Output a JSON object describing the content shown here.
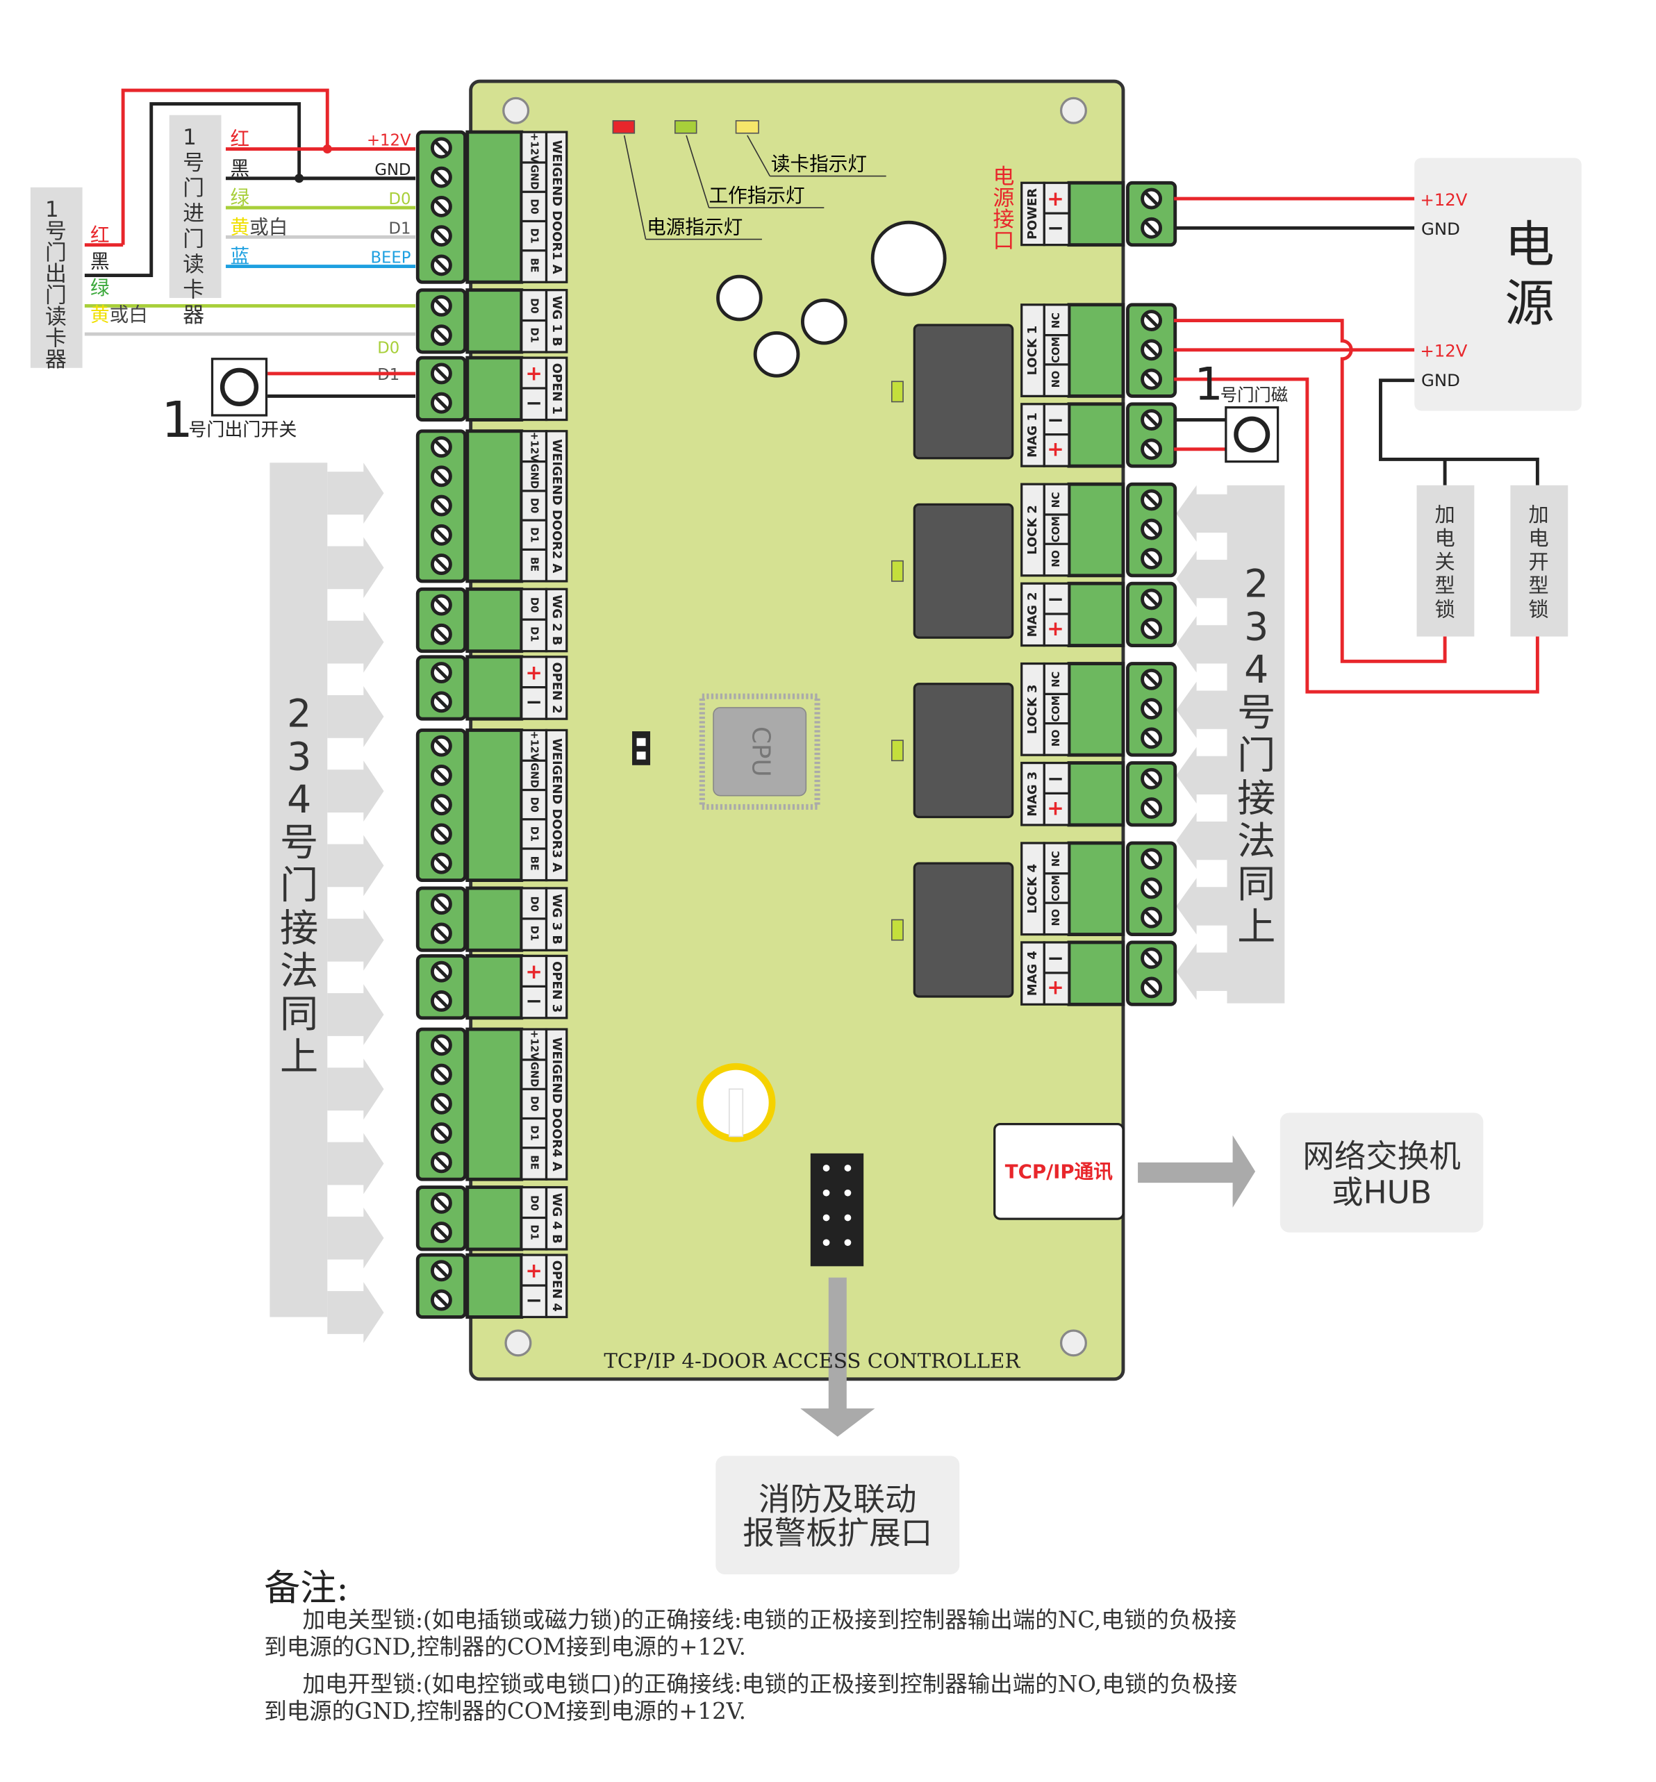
{
  "board": {
    "title": "TCP/IP 4-DOOR ACCESS CONTROLLER",
    "cpu_label": "CPU",
    "power_port_label": "电源接口",
    "power_label": "POWER",
    "tcp_label": "TCP/IP通讯",
    "leds": [
      {
        "label": "电源指示灯",
        "color": "#e8262b"
      },
      {
        "label": "工作指示灯",
        "color": "#a8cf3a"
      },
      {
        "label": "读卡指示灯",
        "color": "#f5e66a"
      }
    ],
    "doors": [
      {
        "weigend": "WEIGEND DOOR1 A",
        "wg": "WG 1 B",
        "open": "OPEN 1",
        "lock": "LOCK 1",
        "mag": "MAG 1"
      },
      {
        "weigend": "WEIGEND DOOR2 A",
        "wg": "WG 2 B",
        "open": "OPEN 2",
        "lock": "LOCK 2",
        "mag": "MAG 2"
      },
      {
        "weigend": "WEIGEND DOOR3 A",
        "wg": "WG 3 B",
        "open": "OPEN 3",
        "lock": "LOCK 3",
        "mag": "MAG 3"
      },
      {
        "weigend": "WEIGEND DOOR4 A",
        "wg": "WG 4 B",
        "open": "OPEN 4",
        "lock": "LOCK 4",
        "mag": "MAG 4"
      }
    ],
    "weigend_pins": [
      "+12V",
      "GND",
      "D0",
      "D1",
      "BE"
    ],
    "wg_pins": [
      "D0",
      "D1"
    ],
    "lock_pins": [
      "NC",
      "COM",
      "NO"
    ],
    "plus": "+",
    "minus": "−"
  },
  "entry_reader": {
    "title": "1号门进门读卡器",
    "wires": [
      {
        "color_name": "红",
        "extra": "",
        "pin": "+12V",
        "hex": "#e8262b"
      },
      {
        "color_name": "黑",
        "extra": "",
        "pin": "GND",
        "hex": "#222222"
      },
      {
        "color_name": "绿",
        "extra": "",
        "pin": "D0",
        "hex": "#a8cf3a"
      },
      {
        "color_name": "黄",
        "extra": "或白",
        "pin": "D1",
        "hex": "#cccccc"
      },
      {
        "color_name": "蓝",
        "extra": "",
        "pin": "BEEP",
        "hex": "#1ea0e0"
      }
    ]
  },
  "exit_reader": {
    "title": "1号门出门读卡器",
    "wires": [
      {
        "color_name": "红",
        "extra": "",
        "pin": ""
      },
      {
        "color_name": "黑",
        "extra": "",
        "pin": ""
      },
      {
        "color_name": "绿",
        "extra": "",
        "pin": "D0"
      },
      {
        "color_name": "黄",
        "extra": "或白",
        "pin": "D1"
      }
    ]
  },
  "exit_button": {
    "number": "1",
    "label": "号门出门开关"
  },
  "door_sensor": {
    "number": "1",
    "label": "号门门磁"
  },
  "power_supply": {
    "title1": "电",
    "title2": "源",
    "plus12v": "+12V",
    "gnd": "GND"
  },
  "locks": {
    "fail_secure": "加电关型锁",
    "fail_safe": "加电开型锁"
  },
  "same_note_left": {
    "nums": [
      "2",
      "3",
      "4"
    ],
    "text": "号门接法同上"
  },
  "same_note_right": {
    "nums": [
      "2",
      "3",
      "4"
    ],
    "text": "号门接法同上"
  },
  "network": {
    "line1": "网络交换机",
    "line2": "或HUB"
  },
  "fire": {
    "line1": "消防及联动",
    "line2": "报警板扩展口"
  },
  "notes": {
    "title": "备注:",
    "p1a": "加电关型锁:(如电插锁或磁力锁)的正确接线:电锁的正极接到控制器输出端的NC,电锁的负极接",
    "p1b": "到电源的GND,控制器的COM接到电源的+12V.",
    "p2a": "加电开型锁:(如电控锁或电锁口)的正确接线:电锁的正极接到控制器输出端的NO,电锁的负极接",
    "p2b": "到电源的GND,控制器的COM接到电源的+12V."
  }
}
